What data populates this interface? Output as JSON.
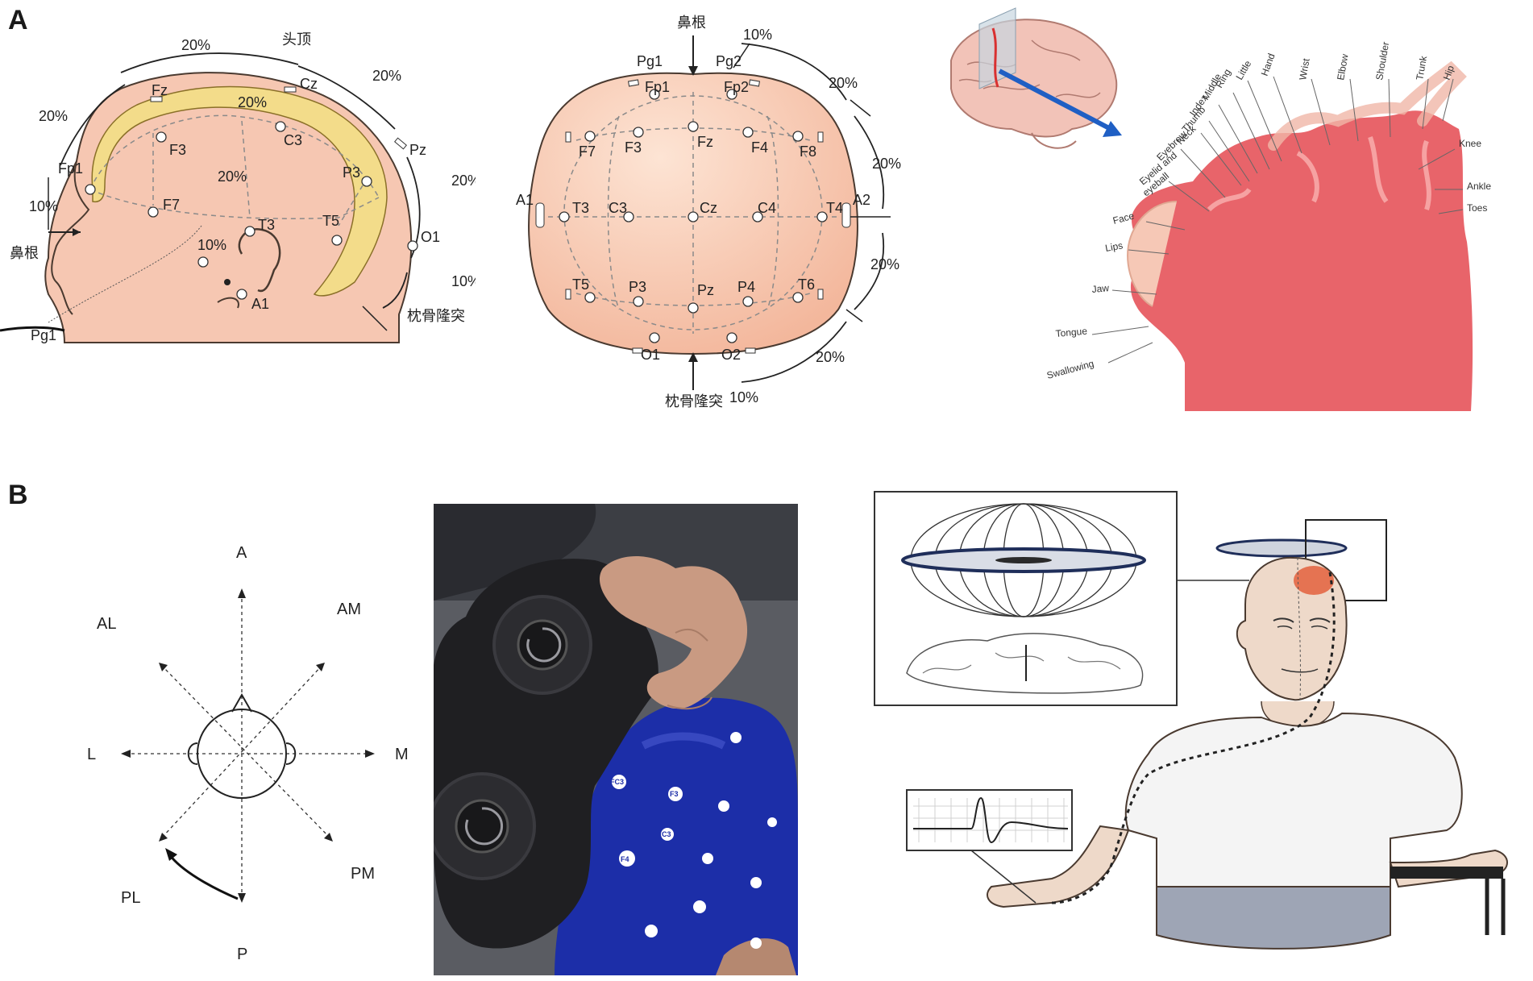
{
  "panels": {
    "a": "A",
    "b": "B"
  },
  "side_view": {
    "top_cn": "头顶",
    "nasion_cn": "鼻根",
    "inion_cn": "枕骨隆突",
    "pct_20": "20%",
    "pct_10": "10%",
    "electrodes": {
      "fz": "Fz",
      "cz": "Cz",
      "pz": "Pz",
      "fp1": "Fp1",
      "f3": "F3",
      "c3": "C3",
      "p3": "P3",
      "f7": "F7",
      "t3": "T3",
      "t5": "T5",
      "o1": "O1",
      "a1": "A1",
      "pg1": "Pg1"
    }
  },
  "top_view": {
    "nasion_cn": "鼻根",
    "inion_cn": "枕骨隆突",
    "pct_10": "10%",
    "pct_20": "20%",
    "electrodes": {
      "pg1": "Pg1",
      "pg2": "Pg2",
      "fp1": "Fp1",
      "fp2": "Fp2",
      "f7": "F7",
      "f3": "F3",
      "fz": "Fz",
      "f4": "F4",
      "f8": "F8",
      "a1": "A1",
      "t3": "T3",
      "c3": "C3",
      "cz": "Cz",
      "c4": "C4",
      "t4": "T4",
      "a2": "A2",
      "t5": "T5",
      "p3": "P3",
      "pz": "Pz",
      "p4": "P4",
      "t6": "T6",
      "o1": "O1",
      "o2": "O2"
    }
  },
  "homunculus": {
    "labels": {
      "hip": "Hip",
      "trunk": "Trunk",
      "shoulder": "Shoulder",
      "elbow": "Elbow",
      "wrist": "Wrist",
      "hand": "Hand",
      "little": "Little",
      "ring": "Ring",
      "middle": "Middle",
      "index": "Index",
      "thumb": "Thumb",
      "neck": "Neck",
      "eyebrow": "Eyebrow",
      "eyelid": "Eyelid and",
      "eyeball": "eyeball",
      "face": "Face",
      "lips": "Lips",
      "jaw": "Jaw",
      "tongue": "Tongue",
      "swallowing": "Swallowing",
      "knee": "Knee",
      "ankle": "Ankle",
      "toes": "Toes"
    }
  },
  "direction_diagram": {
    "a": "A",
    "al": "AL",
    "am": "AM",
    "l": "L",
    "m": "M",
    "pl": "PL",
    "pm": "PM",
    "p": "P"
  },
  "cap_photo": {
    "labels": {
      "f3": "F3",
      "f4": "F4",
      "c3": "C3",
      "fc3": "FC3"
    }
  },
  "colors": {
    "skin": "#f6c7b2",
    "skull": "#f3dc8a",
    "cortex": "#e8646a",
    "cap_blue": "#1c2ea8",
    "coil_black": "#1f1f22",
    "arrow_blue": "#1f5fc4"
  }
}
